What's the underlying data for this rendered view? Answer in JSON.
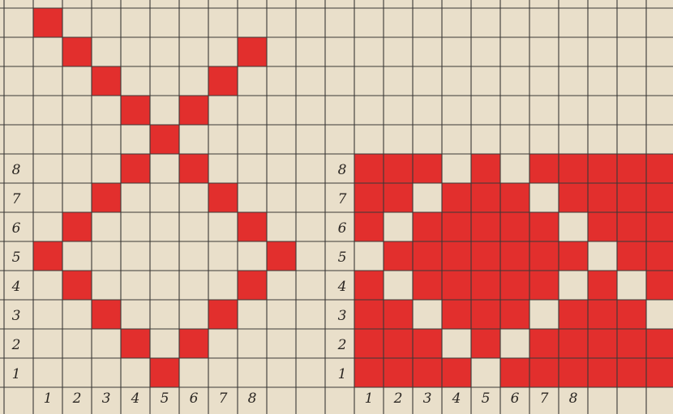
{
  "colors": {
    "paper": "#e9dfca",
    "grid_line": "#3a3836",
    "fill": "#e22f2d",
    "numerals": "#2a2622"
  },
  "left_pattern": {
    "row_labels": [
      "8",
      "7",
      "6",
      "5",
      "4",
      "3",
      "2",
      "1"
    ],
    "column_labels": [
      "1",
      "2",
      "3",
      "4",
      "5",
      "6",
      "7",
      "8"
    ],
    "filled_cells": [
      [
        0,
        1
      ],
      [
        1,
        2
      ],
      [
        2,
        3
      ],
      [
        3,
        4
      ],
      [
        4,
        5
      ],
      [
        1,
        8
      ],
      [
        2,
        7
      ],
      [
        3,
        6
      ],
      [
        5,
        4
      ],
      [
        5,
        6
      ],
      [
        6,
        3
      ],
      [
        6,
        7
      ],
      [
        7,
        2
      ],
      [
        7,
        8
      ],
      [
        8,
        1
      ],
      [
        8,
        9
      ],
      [
        9,
        2
      ],
      [
        9,
        8
      ],
      [
        10,
        3
      ],
      [
        10,
        7
      ],
      [
        11,
        4
      ],
      [
        11,
        6
      ],
      [
        12,
        5
      ]
    ]
  },
  "right_pattern": {
    "row_labels": [
      "8",
      "7",
      "6",
      "5",
      "4",
      "3",
      "2",
      "1"
    ],
    "column_labels": [
      "1",
      "2",
      "3",
      "4",
      "5",
      "6",
      "7",
      "8"
    ],
    "rows": [
      "###.#.######",
      "##.###.#####",
      "#.#####.####",
      ".#######.###",
      "#.#####.#.##",
      "##.###.###.#",
      "###.#.######",
      "####.#######"
    ]
  }
}
